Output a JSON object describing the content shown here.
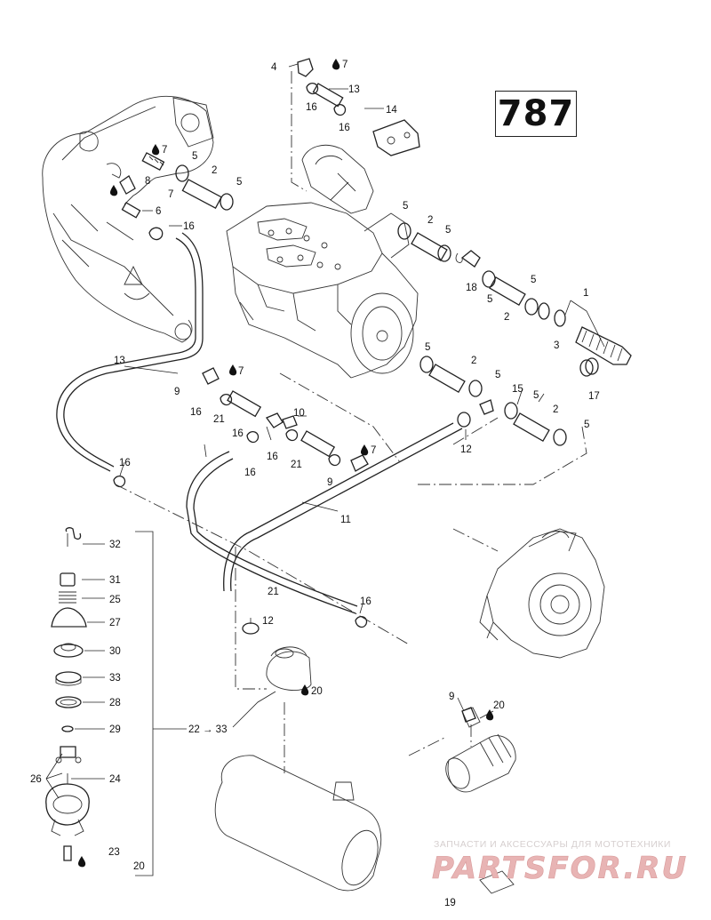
{
  "page_number": "787",
  "callouts": {
    "c1": "1",
    "c2a": "2",
    "c2b": "2",
    "c2c": "2",
    "c2d": "2",
    "c2e": "2",
    "c3": "3",
    "c4": "4",
    "c5a": "5",
    "c5b": "5",
    "c5c": "5",
    "c5d": "5",
    "c5e": "5",
    "c5f": "5",
    "c5g": "5",
    "c5h": "5",
    "c5i": "5",
    "c5j": "5",
    "c6": "6",
    "c7a": "7",
    "c7b": "7",
    "c7c": "7",
    "c7d": "7",
    "c7e": "7",
    "c8": "8",
    "c9a": "9",
    "c9b": "9",
    "c9c": "9",
    "c10": "10",
    "c11": "11",
    "c12a": "12",
    "c12b": "12",
    "c13a": "13",
    "c13b": "13",
    "c14": "14",
    "c15": "15",
    "c16a": "16",
    "c16b": "16",
    "c16c": "16",
    "c16d": "16",
    "c16e": "16",
    "c16f": "16",
    "c16g": "16",
    "c16h": "16",
    "c16i": "16",
    "c17": "17",
    "c18": "18",
    "c19": "19",
    "c20a": "20",
    "c20b": "20",
    "c20c": "20",
    "c21a": "21",
    "c21b": "21",
    "c21c": "21",
    "c22": "22 → 33",
    "c23": "23",
    "c24": "24",
    "c25": "25",
    "c26": "26",
    "c27": "27",
    "c28": "28",
    "c29": "29",
    "c30": "30",
    "c31": "31",
    "c32": "32",
    "c33": "33"
  },
  "watermark": {
    "caption": "ЗАПЧАСТИ И АКСЕССУАРЫ ДЛЯ МОТОТЕХНИКИ",
    "logo": "PARTSFOR.RU"
  },
  "colors": {
    "line": "#222222",
    "watermark_red": "#e8b4b4",
    "watermark_grey": "#d6cfcf"
  }
}
